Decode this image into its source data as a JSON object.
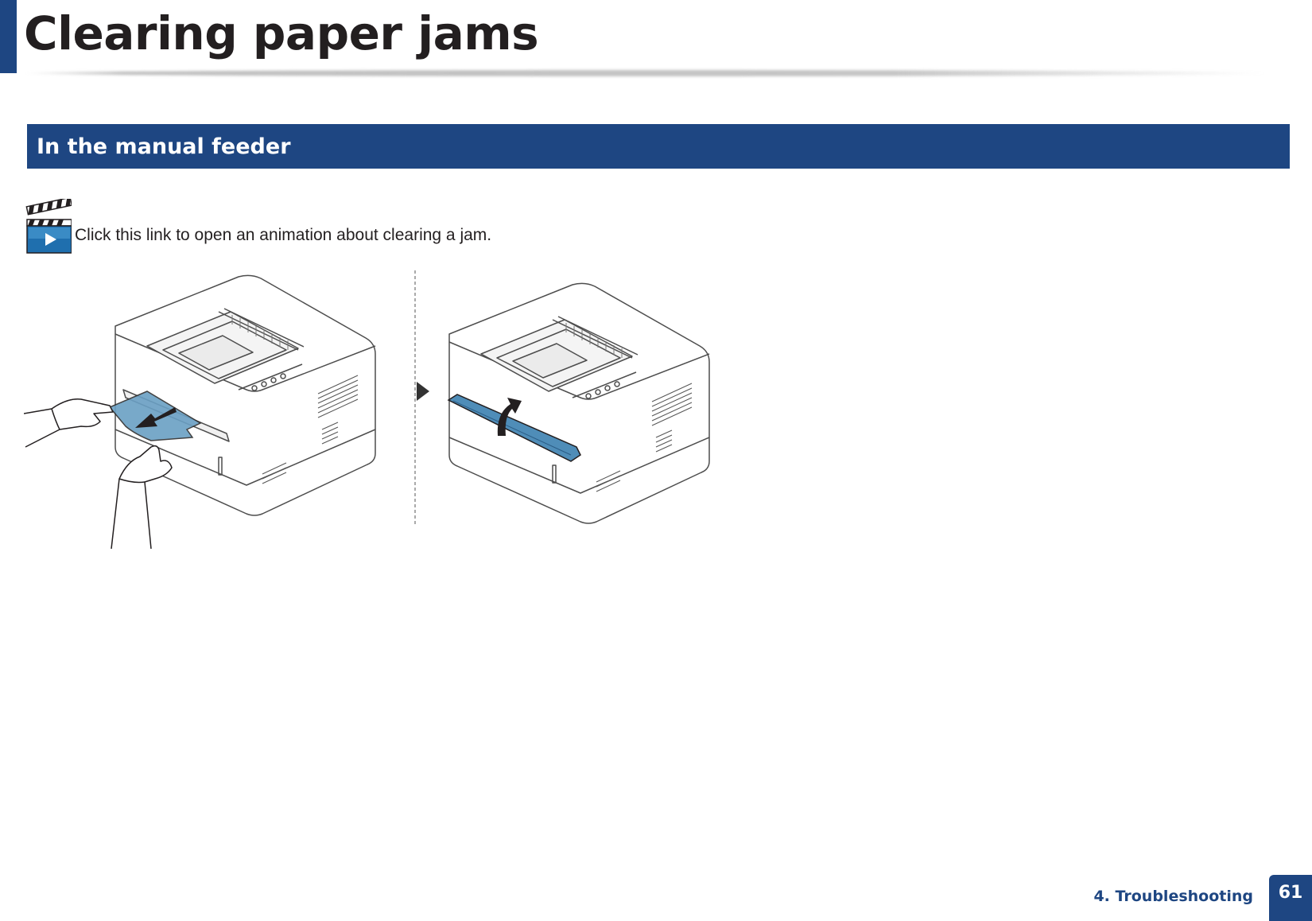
{
  "page": {
    "title": "Clearing paper jams"
  },
  "section": {
    "heading": "In the manual feeder"
  },
  "animation_link": {
    "text": "Click this link to open an animation about clearing a jam.",
    "icon": "video-clapperboard-icon"
  },
  "illustrations": {
    "step1": "pull-jammed-paper-from-manual-feeder",
    "step2": "close-manual-feeder-cover"
  },
  "footer": {
    "section_label": "4. Troubleshooting",
    "page_number": "61"
  },
  "colors": {
    "brand_blue": "#1e4682",
    "paper_blue": "#6aa0c4",
    "text": "#231f20"
  }
}
